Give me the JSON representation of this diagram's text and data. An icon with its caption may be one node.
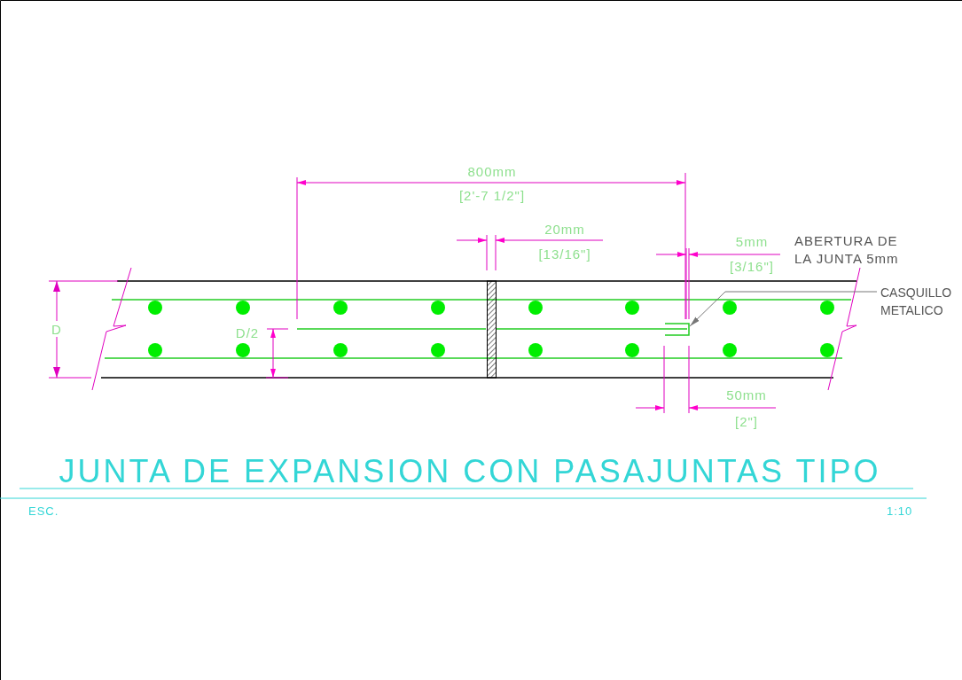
{
  "diagram": {
    "title": "JUNTA DE EXPANSION CON PASAJUNTAS TIPO",
    "nodes": [
      {
        "text": [
          "CASQUILLO METALICO"
        ]
      },
      {
        "text": [],
        "shape": "box"
      }
    ],
    "edges": [
      {
        "from": 0,
        "to": 1,
        "arrow": "to"
      }
    ],
    "labels": [
      "800mm",
      "[2'-7 1/2\"]",
      "20mm",
      "[13/16\"]",
      "5mm",
      "ABERTURA DE LA JUNTA 5mm",
      "[3/16\"]",
      "D",
      "D/2",
      "50mm",
      "[2\"]",
      "ESC.",
      "1:10"
    ]
  }
}
